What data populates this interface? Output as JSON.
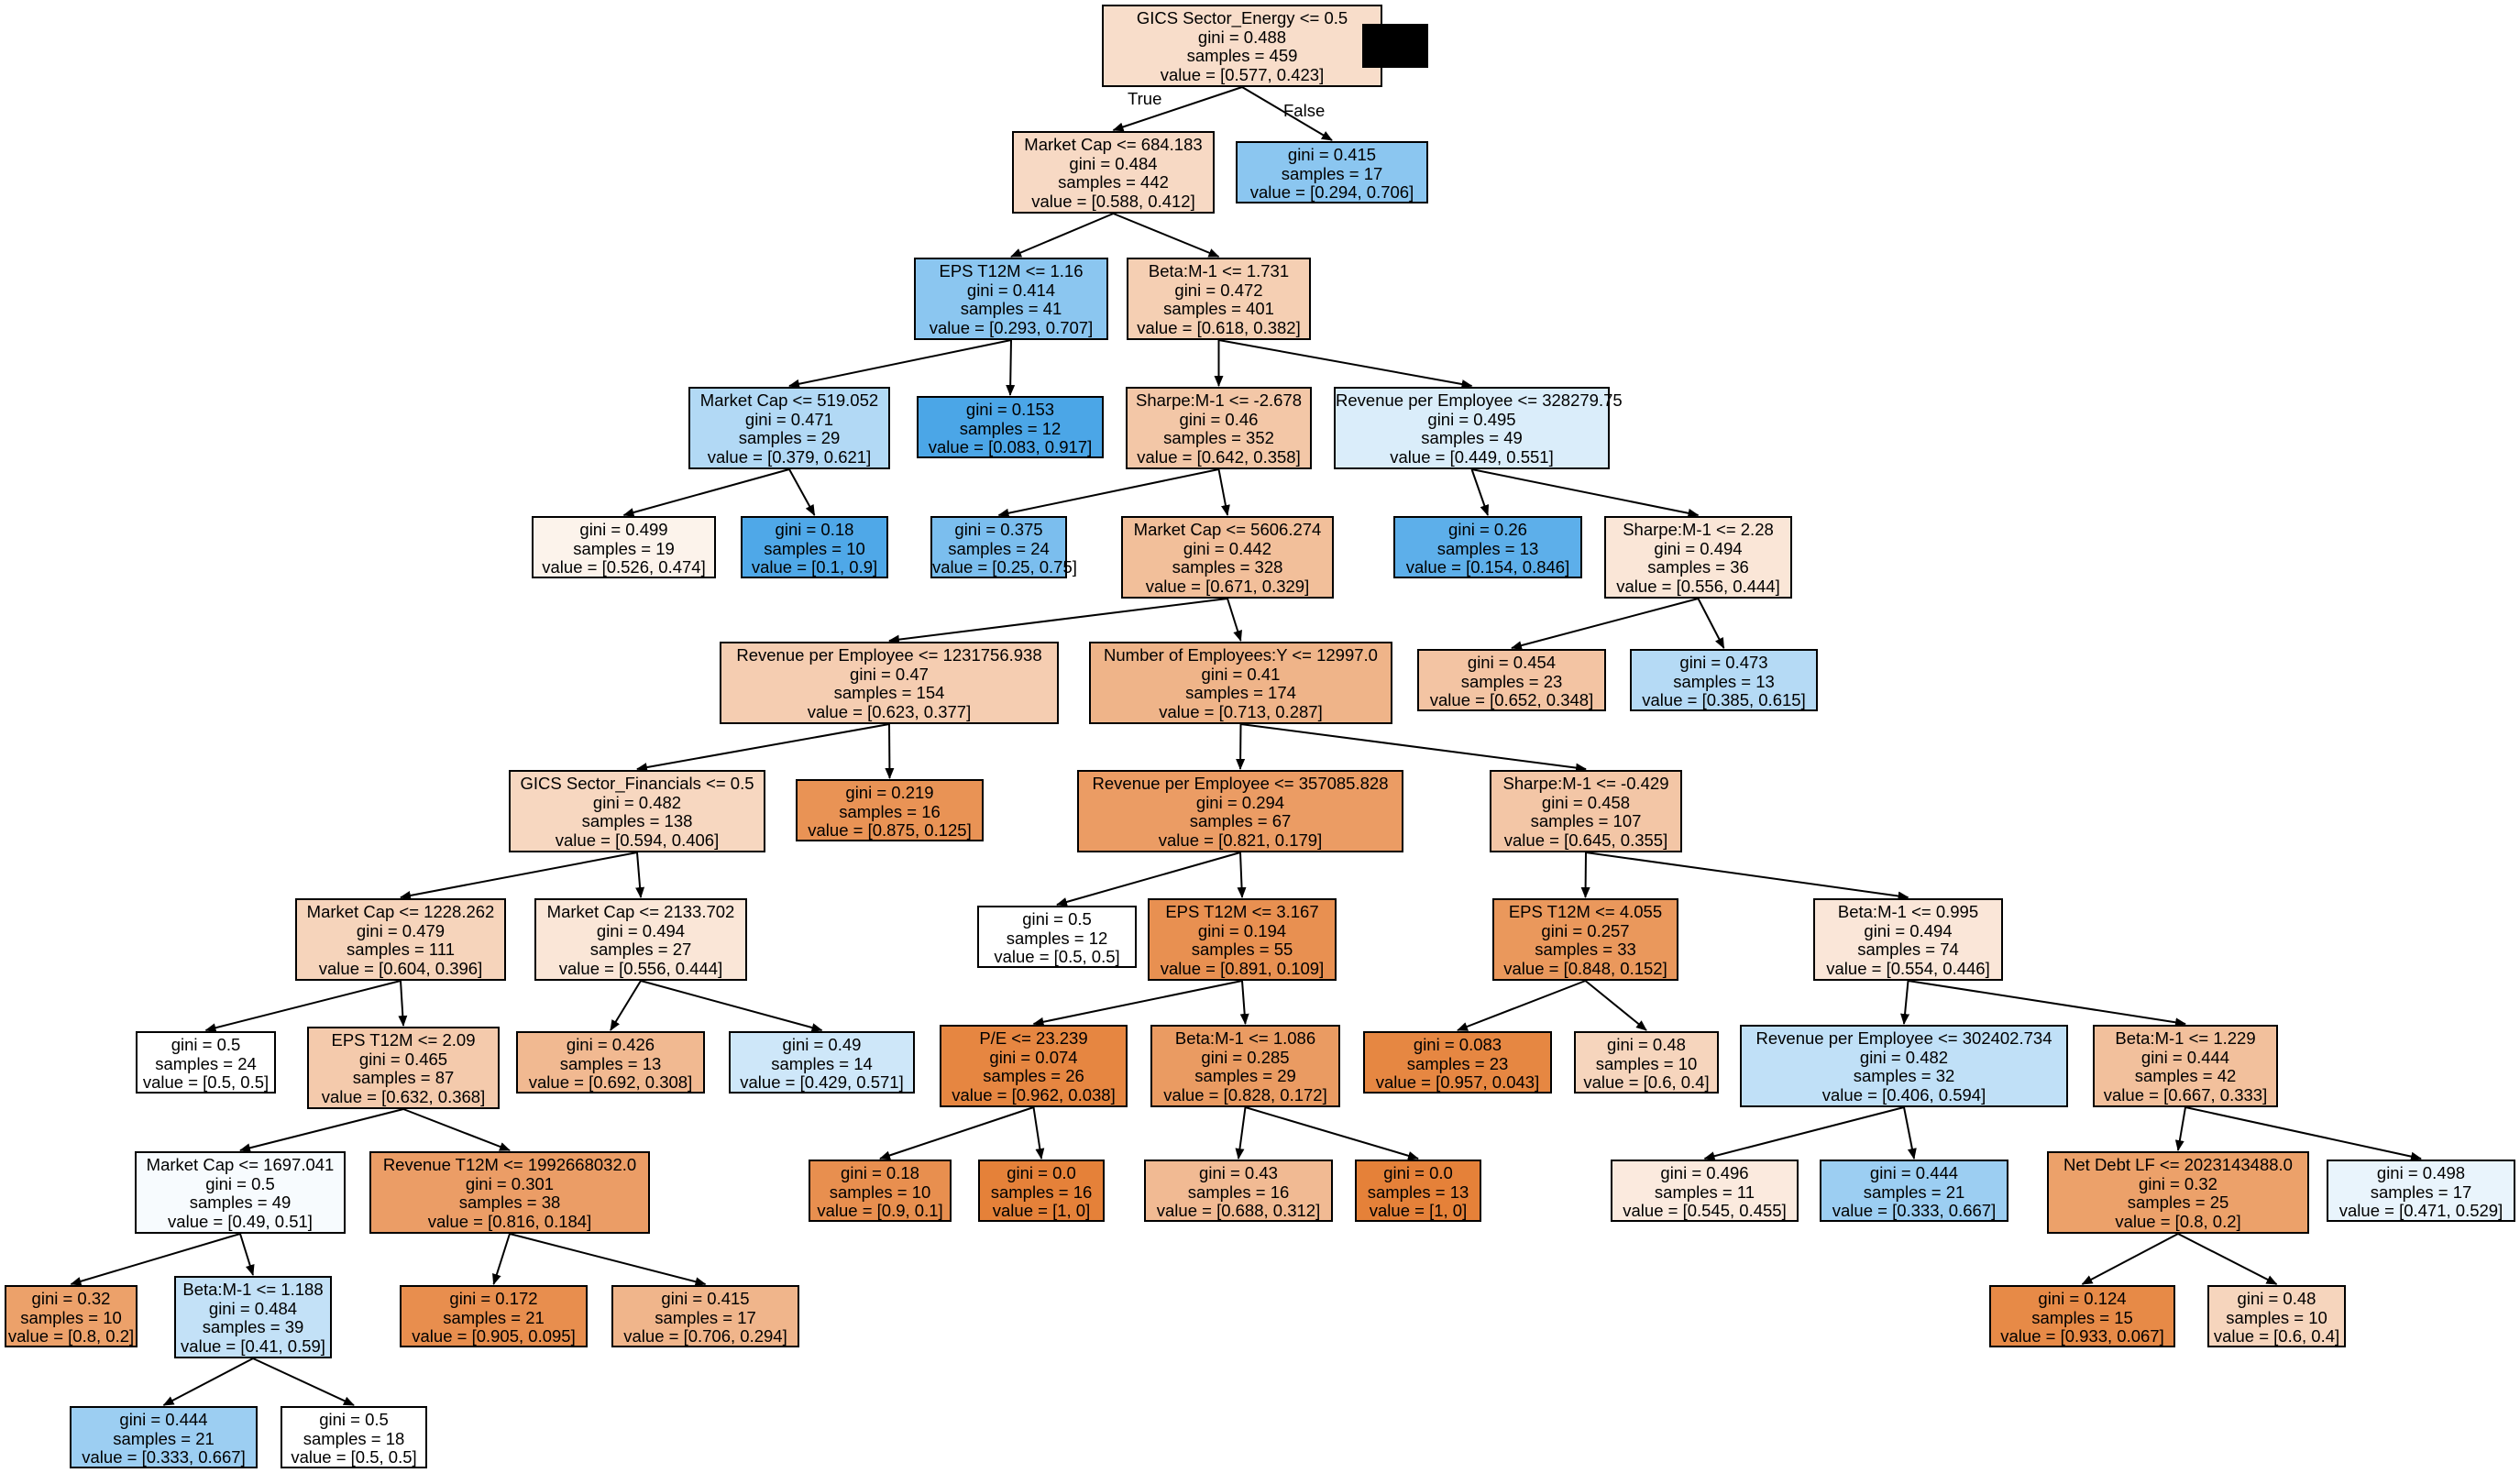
{
  "colors": {
    "class0": "#e58139",
    "class1": "#399de5",
    "border": "#000000",
    "redaction": "#000000"
  },
  "edge_labels": {
    "true_label": "True",
    "false_label": "False"
  },
  "nodes": [
    {
      "id": 0,
      "lines": [
        "GICS Sector_Energy <= 0.5",
        "gini = 0.488",
        "samples = 459",
        "value = [0.577, 0.423]"
      ],
      "value": [
        0.577,
        0.423
      ],
      "children": [
        1,
        2
      ]
    },
    {
      "id": 1,
      "lines": [
        "Market Cap <= 684.183",
        "gini = 0.484",
        "samples = 442",
        "value = [0.588, 0.412]"
      ],
      "value": [
        0.588,
        0.412
      ],
      "children": [
        3,
        4
      ]
    },
    {
      "id": 2,
      "lines": [
        "gini = 0.415",
        "samples = 17",
        "value = [0.294, 0.706]"
      ],
      "value": [
        0.294,
        0.706
      ],
      "children": []
    },
    {
      "id": 3,
      "lines": [
        "EPS T12M <= 1.16",
        "gini = 0.414",
        "samples = 41",
        "value = [0.293, 0.707]"
      ],
      "value": [
        0.293,
        0.707
      ],
      "children": [
        5,
        6
      ]
    },
    {
      "id": 4,
      "lines": [
        "Beta:M-1 <= 1.731",
        "gini = 0.472",
        "samples = 401",
        "value = [0.618, 0.382]"
      ],
      "value": [
        0.618,
        0.382
      ],
      "children": [
        7,
        8
      ]
    },
    {
      "id": 5,
      "lines": [
        "Market Cap <= 519.052",
        "gini = 0.471",
        "samples = 29",
        "value = [0.379, 0.621]"
      ],
      "value": [
        0.379,
        0.621
      ],
      "children": [
        9,
        10
      ]
    },
    {
      "id": 6,
      "lines": [
        "gini = 0.153",
        "samples = 12",
        "value = [0.083, 0.917]"
      ],
      "value": [
        0.083,
        0.917
      ],
      "children": []
    },
    {
      "id": 7,
      "lines": [
        "Sharpe:M-1 <= -2.678",
        "gini = 0.46",
        "samples = 352",
        "value = [0.642, 0.358]"
      ],
      "value": [
        0.642,
        0.358
      ],
      "children": [
        11,
        12
      ]
    },
    {
      "id": 8,
      "lines": [
        "Revenue per Employee <= 328279.75",
        "gini = 0.495",
        "samples = 49",
        "value = [0.449, 0.551]"
      ],
      "value": [
        0.449,
        0.551
      ],
      "children": [
        13,
        14
      ]
    },
    {
      "id": 9,
      "lines": [
        "gini = 0.499",
        "samples = 19",
        "value = [0.526, 0.474]"
      ],
      "value": [
        0.526,
        0.474
      ],
      "children": []
    },
    {
      "id": 10,
      "lines": [
        "gini = 0.18",
        "samples = 10",
        "value = [0.1, 0.9]"
      ],
      "value": [
        0.1,
        0.9
      ],
      "children": []
    },
    {
      "id": 11,
      "lines": [
        "gini = 0.375",
        "samples = 24",
        "value = [0.25, 0.75]"
      ],
      "value": [
        0.25,
        0.75
      ],
      "children": []
    },
    {
      "id": 12,
      "lines": [
        "Market Cap <= 5606.274",
        "gini = 0.442",
        "samples = 328",
        "value = [0.671, 0.329]"
      ],
      "value": [
        0.671,
        0.329
      ],
      "children": [
        15,
        16
      ]
    },
    {
      "id": 13,
      "lines": [
        "gini = 0.26",
        "samples = 13",
        "value = [0.154, 0.846]"
      ],
      "value": [
        0.154,
        0.846
      ],
      "children": []
    },
    {
      "id": 14,
      "lines": [
        "Sharpe:M-1 <= 2.28",
        "gini = 0.494",
        "samples = 36",
        "value = [0.556, 0.444]"
      ],
      "value": [
        0.556,
        0.444
      ],
      "children": [
        17,
        18
      ]
    },
    {
      "id": 15,
      "lines": [
        "Revenue per Employee <= 1231756.938",
        "gini = 0.47",
        "samples = 154",
        "value = [0.623, 0.377]"
      ],
      "value": [
        0.623,
        0.377
      ],
      "children": [
        19,
        20
      ]
    },
    {
      "id": 16,
      "lines": [
        "Number of Employees:Y <= 12997.0",
        "gini = 0.41",
        "samples = 174",
        "value = [0.713, 0.287]"
      ],
      "value": [
        0.713,
        0.287
      ],
      "children": [
        21,
        22
      ]
    },
    {
      "id": 17,
      "lines": [
        "gini = 0.454",
        "samples = 23",
        "value = [0.652, 0.348]"
      ],
      "value": [
        0.652,
        0.348
      ],
      "children": []
    },
    {
      "id": 18,
      "lines": [
        "gini = 0.473",
        "samples = 13",
        "value = [0.385, 0.615]"
      ],
      "value": [
        0.385,
        0.615
      ],
      "children": []
    },
    {
      "id": 19,
      "lines": [
        "GICS Sector_Financials <= 0.5",
        "gini = 0.482",
        "samples = 138",
        "value = [0.594, 0.406]"
      ],
      "value": [
        0.594,
        0.406
      ],
      "children": [
        23,
        24
      ]
    },
    {
      "id": 20,
      "lines": [
        "gini = 0.219",
        "samples = 16",
        "value = [0.875, 0.125]"
      ],
      "value": [
        0.875,
        0.125
      ],
      "children": []
    },
    {
      "id": 21,
      "lines": [
        "Revenue per Employee <= 357085.828",
        "gini = 0.294",
        "samples = 67",
        "value = [0.821, 0.179]"
      ],
      "value": [
        0.821,
        0.179
      ],
      "children": [
        25,
        26
      ]
    },
    {
      "id": 22,
      "lines": [
        "Sharpe:M-1 <= -0.429",
        "gini = 0.458",
        "samples = 107",
        "value = [0.645, 0.355]"
      ],
      "value": [
        0.645,
        0.355
      ],
      "children": [
        27,
        28
      ]
    },
    {
      "id": 23,
      "lines": [
        "Market Cap <= 1228.262",
        "gini = 0.479",
        "samples = 111",
        "value = [0.604, 0.396]"
      ],
      "value": [
        0.604,
        0.396
      ],
      "children": [
        29,
        30
      ]
    },
    {
      "id": 24,
      "lines": [
        "Market Cap <= 2133.702",
        "gini = 0.494",
        "samples = 27",
        "value = [0.556, 0.444]"
      ],
      "value": [
        0.556,
        0.444
      ],
      "children": [
        31,
        32
      ]
    },
    {
      "id": 25,
      "lines": [
        "gini = 0.5",
        "samples = 12",
        "value = [0.5, 0.5]"
      ],
      "value": [
        0.5,
        0.5
      ],
      "children": []
    },
    {
      "id": 26,
      "lines": [
        "EPS T12M <= 3.167",
        "gini = 0.194",
        "samples = 55",
        "value = [0.891, 0.109]"
      ],
      "value": [
        0.891,
        0.109
      ],
      "children": [
        33,
        34
      ]
    },
    {
      "id": 27,
      "lines": [
        "EPS T12M <= 4.055",
        "gini = 0.257",
        "samples = 33",
        "value = [0.848, 0.152]"
      ],
      "value": [
        0.848,
        0.152
      ],
      "children": [
        35,
        36
      ]
    },
    {
      "id": 28,
      "lines": [
        "Beta:M-1 <= 0.995",
        "gini = 0.494",
        "samples = 74",
        "value = [0.554, 0.446]"
      ],
      "value": [
        0.554,
        0.446
      ],
      "children": [
        37,
        38
      ]
    },
    {
      "id": 29,
      "lines": [
        "gini = 0.5",
        "samples = 24",
        "value = [0.5, 0.5]"
      ],
      "value": [
        0.5,
        0.5
      ],
      "children": []
    },
    {
      "id": 30,
      "lines": [
        "EPS T12M <= 2.09",
        "gini = 0.465",
        "samples = 87",
        "value = [0.632, 0.368]"
      ],
      "value": [
        0.632,
        0.368
      ],
      "children": [
        39,
        40
      ]
    },
    {
      "id": 31,
      "lines": [
        "gini = 0.426",
        "samples = 13",
        "value = [0.692, 0.308]"
      ],
      "value": [
        0.692,
        0.308
      ],
      "children": []
    },
    {
      "id": 32,
      "lines": [
        "gini = 0.49",
        "samples = 14",
        "value = [0.429, 0.571]"
      ],
      "value": [
        0.429,
        0.571
      ],
      "children": []
    },
    {
      "id": 33,
      "lines": [
        "P/E <= 23.239",
        "gini = 0.074",
        "samples = 26",
        "value = [0.962, 0.038]"
      ],
      "value": [
        0.962,
        0.038
      ],
      "children": [
        41,
        42
      ]
    },
    {
      "id": 34,
      "lines": [
        "Beta:M-1 <= 1.086",
        "gini = 0.285",
        "samples = 29",
        "value = [0.828, 0.172]"
      ],
      "value": [
        0.828,
        0.172
      ],
      "children": [
        43,
        44
      ]
    },
    {
      "id": 35,
      "lines": [
        "gini = 0.083",
        "samples = 23",
        "value = [0.957, 0.043]"
      ],
      "value": [
        0.957,
        0.043
      ],
      "children": []
    },
    {
      "id": 36,
      "lines": [
        "gini = 0.48",
        "samples = 10",
        "value = [0.6, 0.4]"
      ],
      "value": [
        0.6,
        0.4
      ],
      "children": []
    },
    {
      "id": 37,
      "lines": [
        "Revenue per Employee <= 302402.734",
        "gini = 0.482",
        "samples = 32",
        "value = [0.406, 0.594]"
      ],
      "value": [
        0.406,
        0.594
      ],
      "children": [
        45,
        46
      ]
    },
    {
      "id": 38,
      "lines": [
        "Beta:M-1 <= 1.229",
        "gini = 0.444",
        "samples = 42",
        "value = [0.667, 0.333]"
      ],
      "value": [
        0.667,
        0.333
      ],
      "children": [
        47,
        48
      ]
    },
    {
      "id": 39,
      "lines": [
        "Market Cap <= 1697.041",
        "gini = 0.5",
        "samples = 49",
        "value = [0.49, 0.51]"
      ],
      "value": [
        0.49,
        0.51
      ],
      "children": [
        49,
        50
      ]
    },
    {
      "id": 40,
      "lines": [
        "Revenue T12M <= 1992668032.0",
        "gini = 0.301",
        "samples = 38",
        "value = [0.816, 0.184]"
      ],
      "value": [
        0.816,
        0.184
      ],
      "children": [
        51,
        52
      ]
    },
    {
      "id": 41,
      "lines": [
        "gini = 0.18",
        "samples = 10",
        "value = [0.9, 0.1]"
      ],
      "value": [
        0.9,
        0.1
      ],
      "children": []
    },
    {
      "id": 42,
      "lines": [
        "gini = 0.0",
        "samples = 16",
        "value = [1, 0]"
      ],
      "value": [
        1,
        0
      ],
      "children": []
    },
    {
      "id": 43,
      "lines": [
        "gini = 0.43",
        "samples = 16",
        "value = [0.688, 0.312]"
      ],
      "value": [
        0.688,
        0.312
      ],
      "children": []
    },
    {
      "id": 44,
      "lines": [
        "gini = 0.0",
        "samples = 13",
        "value = [1, 0]"
      ],
      "value": [
        1,
        0
      ],
      "children": []
    },
    {
      "id": 45,
      "lines": [
        "gini = 0.496",
        "samples = 11",
        "value = [0.545, 0.455]"
      ],
      "value": [
        0.545,
        0.455
      ],
      "children": []
    },
    {
      "id": 46,
      "lines": [
        "gini = 0.444",
        "samples = 21",
        "value = [0.333, 0.667]"
      ],
      "value": [
        0.333,
        0.667
      ],
      "children": []
    },
    {
      "id": 47,
      "lines": [
        "Net Debt LF <= 2023143488.0",
        "gini = 0.32",
        "samples = 25",
        "value = [0.8, 0.2]"
      ],
      "value": [
        0.8,
        0.2
      ],
      "children": [
        53,
        54
      ]
    },
    {
      "id": 48,
      "lines": [
        "gini = 0.498",
        "samples = 17",
        "value = [0.471, 0.529]"
      ],
      "value": [
        0.471,
        0.529
      ],
      "children": []
    },
    {
      "id": 49,
      "lines": [
        "gini = 0.32",
        "samples = 10",
        "value = [0.8, 0.2]"
      ],
      "value": [
        0.8,
        0.2
      ],
      "children": []
    },
    {
      "id": 50,
      "lines": [
        "Beta:M-1 <= 1.188",
        "gini = 0.484",
        "samples = 39",
        "value = [0.41, 0.59]"
      ],
      "value": [
        0.41,
        0.59
      ],
      "children": [
        55,
        56
      ]
    },
    {
      "id": 51,
      "lines": [
        "gini = 0.172",
        "samples = 21",
        "value = [0.905, 0.095]"
      ],
      "value": [
        0.905,
        0.095
      ],
      "children": []
    },
    {
      "id": 52,
      "lines": [
        "gini = 0.415",
        "samples = 17",
        "value = [0.706, 0.294]"
      ],
      "value": [
        0.706,
        0.294
      ],
      "children": []
    },
    {
      "id": 53,
      "lines": [
        "gini = 0.124",
        "samples = 15",
        "value = [0.933, 0.067]"
      ],
      "value": [
        0.933,
        0.067
      ],
      "children": []
    },
    {
      "id": 54,
      "lines": [
        "gini = 0.48",
        "samples = 10",
        "value = [0.6, 0.4]"
      ],
      "value": [
        0.6,
        0.4
      ],
      "children": []
    },
    {
      "id": 55,
      "lines": [
        "gini = 0.444",
        "samples = 21",
        "value = [0.333, 0.667]"
      ],
      "value": [
        0.333,
        0.667
      ],
      "children": []
    },
    {
      "id": 56,
      "lines": [
        "gini = 0.5",
        "samples = 18",
        "value = [0.5, 0.5]"
      ],
      "value": [
        0.5,
        0.5
      ],
      "children": []
    }
  ]
}
